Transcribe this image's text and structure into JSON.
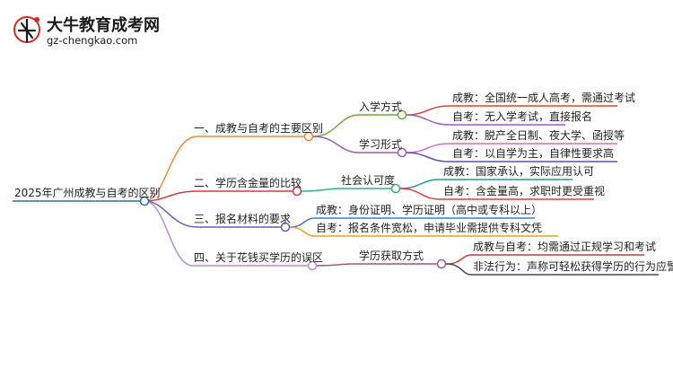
{
  "brand": {
    "logo_icon": "niu-logo-icon",
    "name": "大牛教育成考网",
    "url": "gz-chengkao.com",
    "color": "#d12c1f"
  },
  "mindmap": {
    "root": "2025年广州成教与自考的区别",
    "branches": [
      {
        "label": "一、成教与自考的主要区别",
        "children": [
          {
            "label": "入学方式",
            "leaves": [
              "成教：全国统一成人高考，需通过考试",
              "自考：无入学考试，直接报名"
            ]
          },
          {
            "label": "学习形式",
            "leaves": [
              "成教：脱产全日制、夜大学、函授等",
              "自考：以自学为主，自律性要求高"
            ]
          }
        ]
      },
      {
        "label": "二、学历含金量的比较",
        "children": [
          {
            "label": "社会认可度",
            "leaves": [
              "成教：国家承认，实际应用认可",
              "自考：含金量高，求职时更受重视"
            ]
          }
        ]
      },
      {
        "label": "三、报名材料的要求",
        "leaves": [
          "成教：身份证明、学历证明（高中或专科以上）",
          "自考：报名条件宽松，申请毕业需提供专科文凭"
        ]
      },
      {
        "label": "四、关于花钱买学历的误区",
        "children": [
          {
            "label": "学历获取方式",
            "leaves": [
              "成教与自考：均需通过正规学习和考试",
              "非法行为：声称可轻松获得学历的行为应警惕"
            ]
          }
        ]
      }
    ]
  },
  "colors": {
    "root": "#2e6da4",
    "b1": "#ea8a3a",
    "b1c1": "#6fa83a",
    "b1c1l1": "#d8443c",
    "b1c1l2": "#9b59b6",
    "b1c2": "#9b59b6",
    "b1c2l1": "#cf6fc9",
    "b1c2l2": "#5b4fb2",
    "b2": "#cf3a48",
    "b2c1": "#36b07a",
    "b2c1l1": "#2d9a8c",
    "b2c1l2": "#d84040",
    "b3": "#6f5db3",
    "b3l1": "#3a7fd0",
    "b3l2": "#e3a129",
    "b4": "#b88fd0",
    "b4c1": "#a9547a",
    "b4c1l1": "#c93a3a",
    "b4c1l2": "#4a4a4a"
  }
}
